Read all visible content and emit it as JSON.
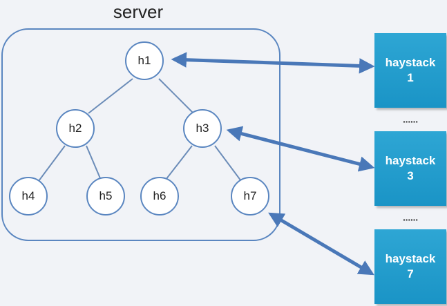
{
  "server": {
    "title": "server"
  },
  "nodes": {
    "h1": "h1",
    "h2": "h2",
    "h3": "h3",
    "h4": "h4",
    "h5": "h5",
    "h6": "h6",
    "h7": "h7"
  },
  "haystacks": [
    {
      "label": "haystack",
      "number": "1"
    },
    {
      "label": "haystack",
      "number": "3"
    },
    {
      "label": "haystack",
      "number": "7"
    }
  ],
  "separators": [
    "······",
    "······"
  ],
  "colors": {
    "tree_lines": "#6b8cb8",
    "arrow": "#4a78b8",
    "haystack_fill": "#1f9acb",
    "server_border": "#5a86c0"
  }
}
